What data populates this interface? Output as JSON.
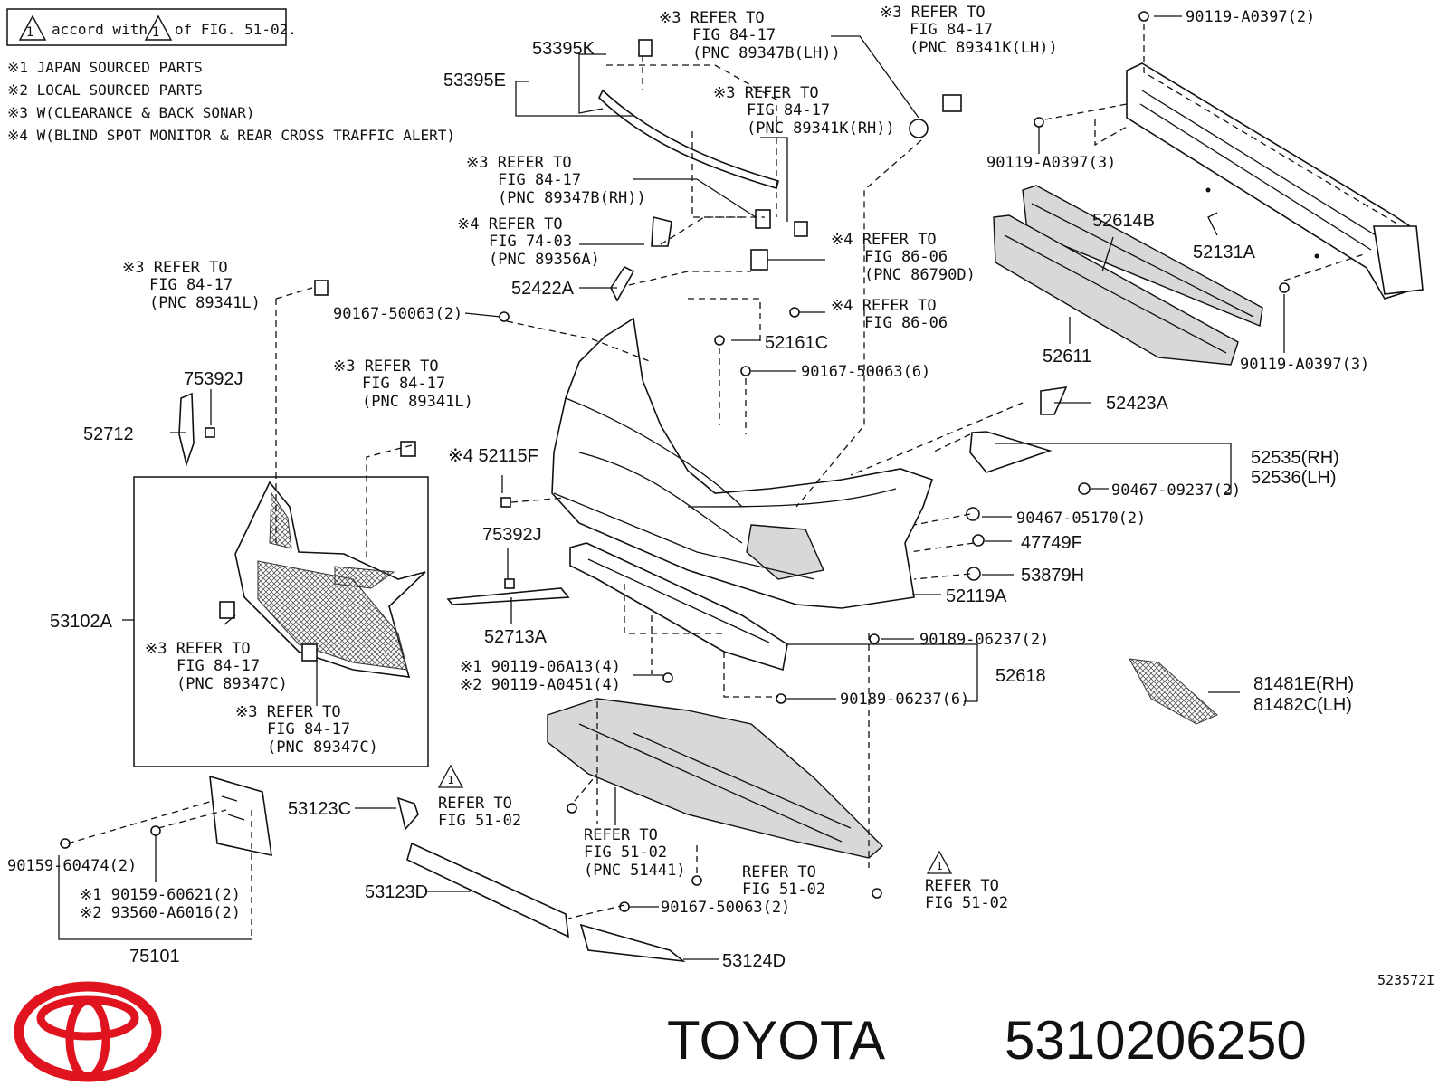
{
  "legend": {
    "accord_a": "accord with",
    "accord_b": "of FIG. 51-02.",
    "items": [
      "※1  JAPAN SOURCED PARTS",
      "※2  LOCAL SOURCED PARTS",
      "※3  W(CLEARANCE & BACK SONAR)",
      "※4  W(BLIND SPOT MONITOR & REAR CROSS TRAFFIC ALERT)"
    ]
  },
  "refs": {
    "r1": [
      "※3 REFER TO",
      "FIG 84-17",
      "(PNC 89347B(LH))"
    ],
    "r2": [
      "※3 REFER TO",
      "FIG 84-17",
      "(PNC 89341K(LH))"
    ],
    "r3": [
      "※3 REFER TO",
      "FIG 84-17",
      "(PNC 89341K(RH))"
    ],
    "r4": [
      "※3 REFER TO",
      "FIG 84-17",
      "(PNC 89347B(RH))"
    ],
    "r5": [
      "※4 REFER TO",
      "FIG 74-03",
      "(PNC 89356A)"
    ],
    "r6": [
      "※4 REFER TO",
      "FIG 86-06",
      "(PNC 86790D)"
    ],
    "r7": [
      "※4 REFER TO",
      "FIG 86-06"
    ],
    "r8": [
      "※3 REFER TO",
      "FIG 84-17",
      "(PNC 89341L)"
    ],
    "r9": [
      "※3 REFER TO",
      "FIG 84-17",
      "(PNC 89341L)"
    ],
    "r10": [
      "※3 REFER TO",
      "FIG 84-17",
      "(PNC 89347C)"
    ],
    "r11": [
      "※3 REFER TO",
      "FIG 84-17",
      "(PNC 89347C)"
    ],
    "r12": [
      "REFER TO",
      "FIG 51-02"
    ],
    "r13": [
      "REFER TO",
      "FIG 51-02",
      "(PNC 51441)"
    ],
    "r14": [
      "REFER TO",
      "FIG 51-02"
    ],
    "r15": [
      "REFER TO",
      "FIG 51-02"
    ]
  },
  "parts": {
    "p53395K": "53395K",
    "p53395E": "53395E",
    "p90119a": "90119-A0397(2)",
    "p90119b": "90119-A0397(3)",
    "p90119c": "90119-A0397(3)",
    "p52614B": "52614B",
    "p52131A": "52131A",
    "p52611": "52611",
    "p52422A": "52422A",
    "p90167a": "90167-50063(2)",
    "p52161C": "52161C",
    "p90167b": "90167-50063(6)",
    "p52423A": "52423A",
    "p75392Ja": "75392J",
    "p52712": "52712",
    "p52115F": "※4 52115F",
    "p52535": "52535(RH)",
    "p52536": "52536(LH)",
    "p90467a": "90467-09237(2)",
    "p90467b": "90467-05170(2)",
    "p47749F": "47749F",
    "p53879H": "53879H",
    "p75392Jb": "75392J",
    "p53102A": "53102A",
    "p52713A": "52713A",
    "p52119A": "52119A",
    "p90189a": "90189-06237(2)",
    "p52618": "52618",
    "p90119d1": "※1 90119-06A13(4)",
    "p90119d2": "※2 90119-A0451(4)",
    "p90189b": "90189-06237(6)",
    "p81481E": "81481E(RH)",
    "p81482C": "81482C(LH)",
    "p53123C": "53123C",
    "p90159a": "90159-60474(2)",
    "p90159b1": "※1 90159-60621(2)",
    "p90159b2": "※2 93560-A6016(2)",
    "p75101": "75101",
    "p53123D": "53123D",
    "p90167c": "90167-50063(2)",
    "p53124D": "53124D"
  },
  "diagram_id": "523572I",
  "footer": {
    "brand": "TOYOTA",
    "part_number": "5310206250"
  },
  "colors": {
    "logo_red": "#e0141e",
    "ink": "#111111"
  }
}
